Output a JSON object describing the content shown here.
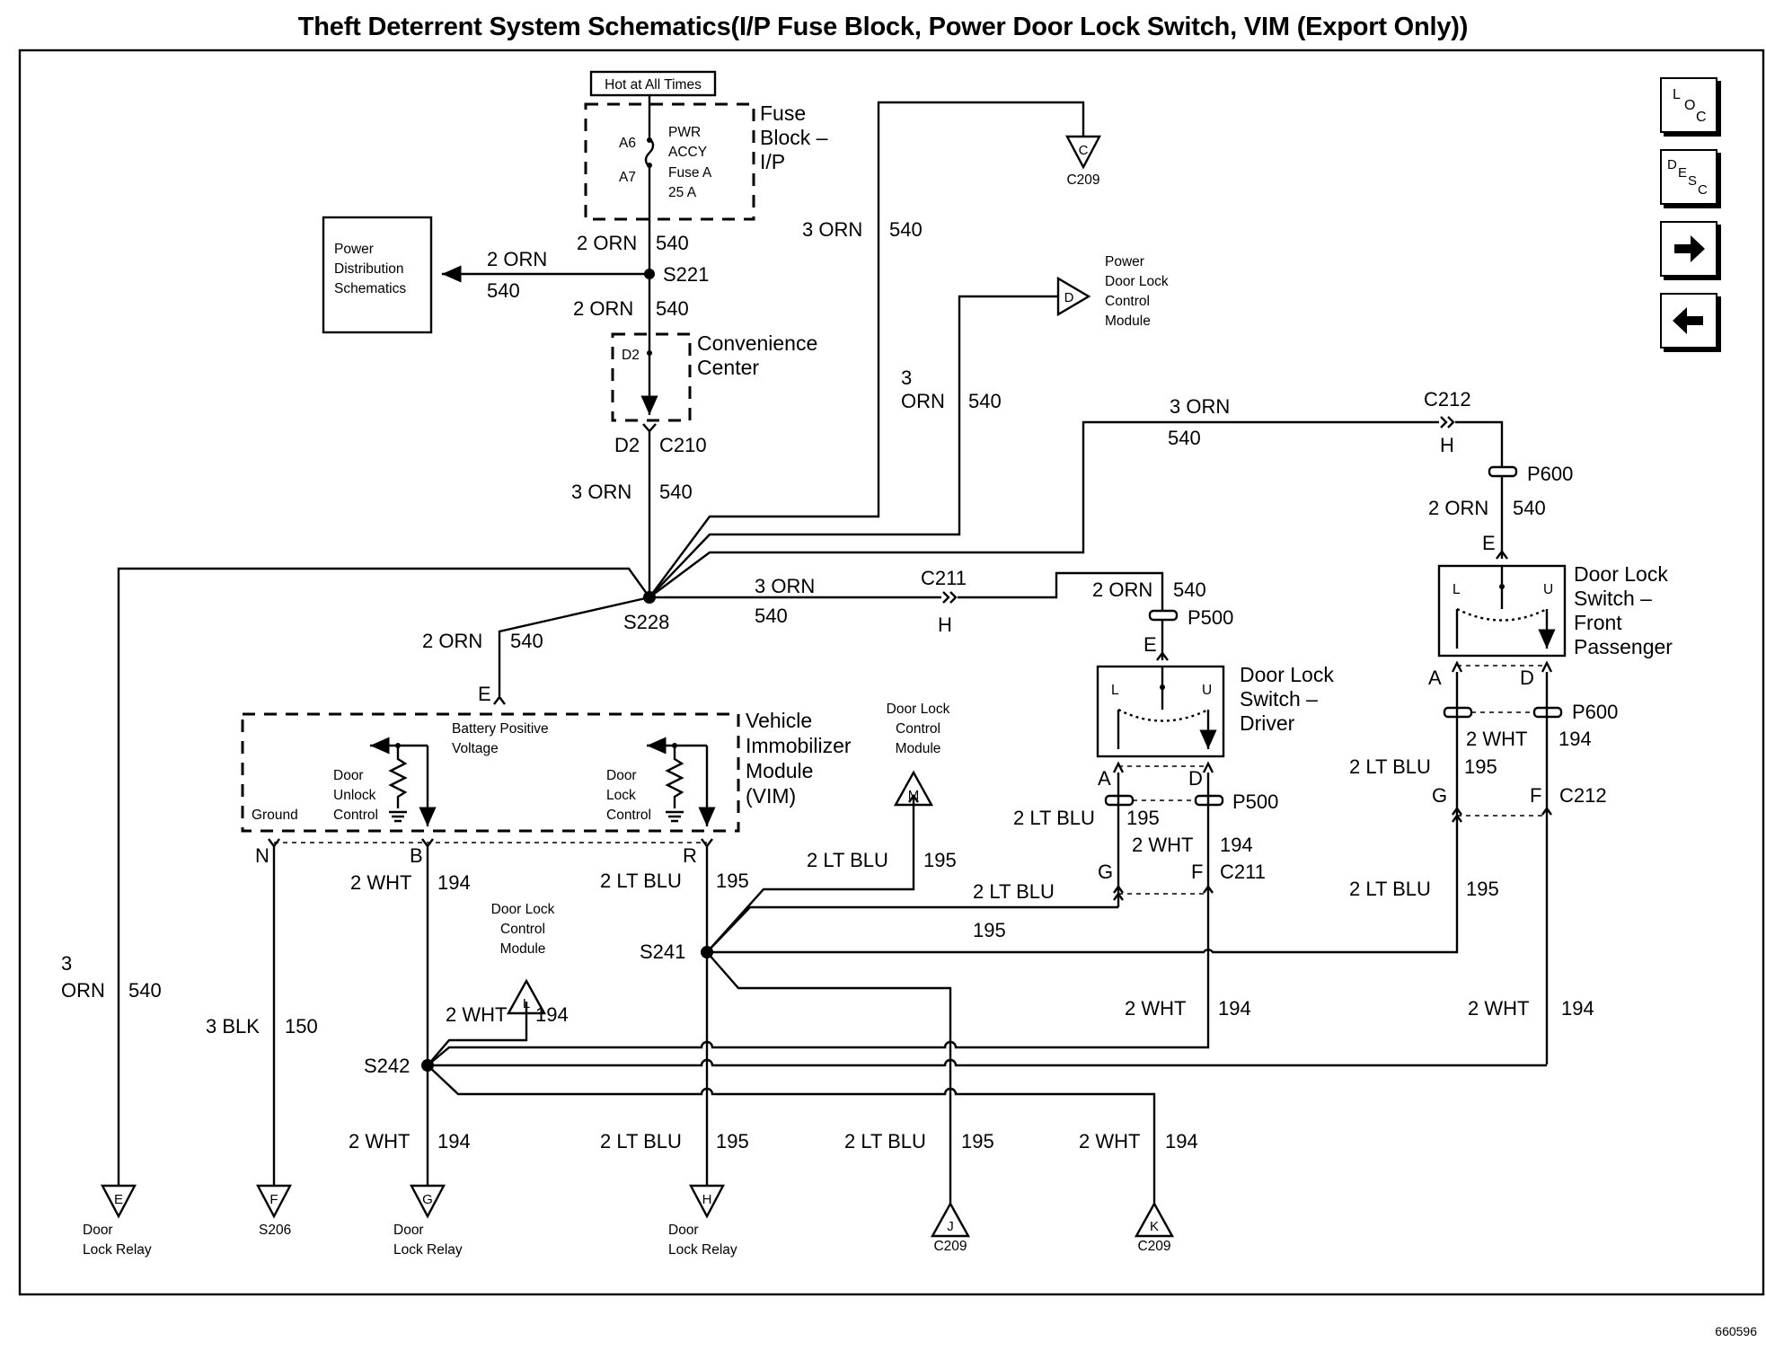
{
  "title": "Theft Deterrent System Schematics(I/P Fuse Block, Power Door Lock Switch, VIM (Export Only))",
  "footer_code": "660596",
  "nav": {
    "loc": "LOC",
    "desc": "DESC",
    "next": "next",
    "prev": "previous"
  },
  "fuse_block": {
    "hot_label": "Hot at All Times",
    "name_lines": [
      "Fuse",
      "Block –",
      "I/P"
    ],
    "pin_a6": "A6",
    "pin_a7": "A7",
    "fuse_lines": [
      "PWR",
      "ACCY",
      "Fuse A",
      "25 A"
    ]
  },
  "power_dist": {
    "lines": [
      "Power",
      "Distribution",
      "Schematics"
    ]
  },
  "convenience": {
    "lines": [
      "Convenience",
      "Center"
    ],
    "pin": "D2"
  },
  "vim": {
    "name_lines": [
      "Vehicle",
      "Immobilizer",
      "Module",
      "(VIM)"
    ],
    "batt_lines": [
      "Battery Positive",
      "Voltage"
    ],
    "ground": "Ground",
    "unlock_lines": [
      "Door",
      "Unlock",
      "Control"
    ],
    "lock_lines": [
      "Door",
      "Lock",
      "Control"
    ]
  },
  "driver_switch": {
    "name_lines": [
      "Door Lock",
      "Switch –",
      "Driver"
    ],
    "l": "L",
    "u": "U"
  },
  "pass_switch": {
    "name_lines": [
      "Door Lock",
      "Switch –",
      "Front",
      "Passenger"
    ],
    "l": "L",
    "u": "U"
  },
  "pdlcm": {
    "lines": [
      "Power",
      "Door Lock",
      "Control",
      "Module"
    ]
  },
  "dlcm_lines": [
    "Door Lock",
    "Control",
    "Module"
  ],
  "splices": {
    "s221": "S221",
    "s228": "S228",
    "s241": "S241",
    "s242": "S242"
  },
  "connectors": {
    "c210": "C210",
    "c211": "C211",
    "c212": "C212",
    "p500": "P500",
    "p600": "P600",
    "d2": "D2"
  },
  "pins": {
    "E": "E",
    "H": "H",
    "A": "A",
    "D": "D",
    "G": "G",
    "F": "F",
    "N": "N",
    "B": "B",
    "R": "R"
  },
  "wires": {
    "orn3": "3 ORN",
    "orn2": "2 ORN",
    "orn3_num": "3",
    "orn_word": "ORN",
    "c540": "540",
    "ltblu2": "2 LT BLU",
    "c195": "195",
    "wht2": "2 WHT",
    "c194": "194",
    "blk3": "3 BLK",
    "c150": "150"
  },
  "offpage": [
    {
      "letter": "C",
      "caption": [
        "C209"
      ]
    },
    {
      "letter": "D",
      "caption": [
        "Power",
        "Door Lock",
        "Control",
        "Module"
      ]
    },
    {
      "letter": "M",
      "caption": [
        "Door Lock",
        "Control",
        "Module"
      ]
    },
    {
      "letter": "L",
      "caption": [
        "Door Lock",
        "Control",
        "Module"
      ]
    },
    {
      "letter": "E",
      "caption": [
        "Door",
        "Lock Relay"
      ]
    },
    {
      "letter": "F",
      "caption": [
        "S206"
      ]
    },
    {
      "letter": "G",
      "caption": [
        "Door",
        "Lock Relay"
      ]
    },
    {
      "letter": "H",
      "caption": [
        "Door",
        "Lock Relay"
      ]
    },
    {
      "letter": "J",
      "caption": [
        "C209"
      ]
    },
    {
      "letter": "K",
      "caption": [
        "C209"
      ]
    }
  ]
}
